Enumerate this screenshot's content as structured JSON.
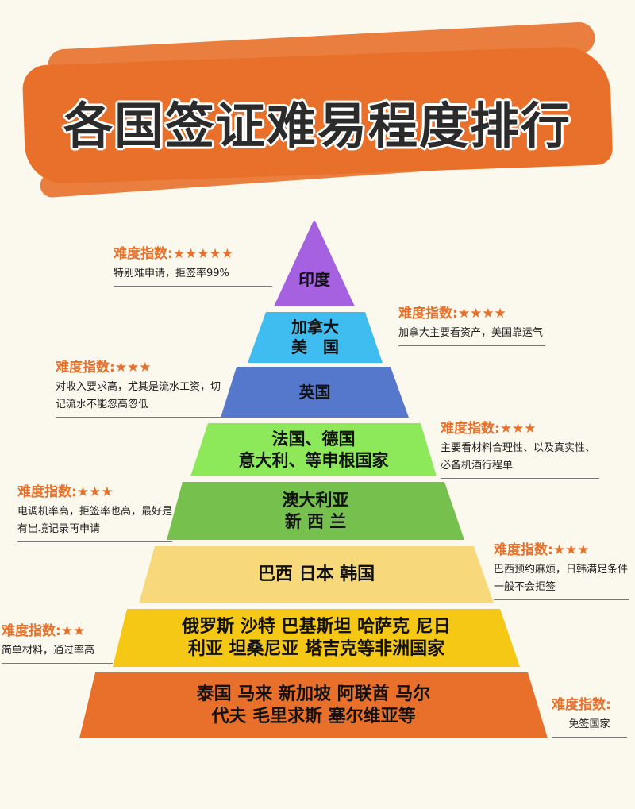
{
  "title": "各国签证难易程度排行",
  "colors": {
    "background": "#fbf8ee",
    "accent": "#e8702a"
  },
  "tiers": [
    {
      "lines": [
        "印度"
      ],
      "color": "#a561e0"
    },
    {
      "lines": [
        "加拿大",
        "美　国"
      ],
      "color": "#3fbdf0"
    },
    {
      "lines": [
        "英国"
      ],
      "color": "#5577cc"
    },
    {
      "lines": [
        "法国、德国",
        "意大利、等申根国家"
      ],
      "color": "#8de85a"
    },
    {
      "lines": [
        "澳大利亚",
        "新 西 兰"
      ],
      "color": "#76c04e"
    },
    {
      "lines": [
        "巴西  日本  韩国"
      ],
      "color": "#f7d97c"
    },
    {
      "lines": [
        "俄罗斯  沙特  巴基斯坦 哈萨克 尼日",
        "利亚  坦桑尼亚 塔吉克等非洲国家"
      ],
      "color": "#f5c815"
    },
    {
      "lines": [
        "泰国 马来 新加坡 阿联酋 马尔",
        "代夫 毛里求斯 塞尔维亚等"
      ],
      "color": "#e8702a"
    }
  ],
  "notes": [
    {
      "label": "难度指数:",
      "stars": "★★★★★",
      "stars_count": 5,
      "desc": "特别难申请，拒签率99%"
    },
    {
      "label": "难度指数:",
      "stars": "★★★★",
      "stars_count": 4,
      "desc": "加拿大主要看资产，美国靠运气"
    },
    {
      "label": "难度指数:",
      "stars": "★★★",
      "stars_count": 3,
      "desc": "对收入要求高，尤其是流水工资，切记流水不能忽高忽低"
    },
    {
      "label": "难度指数:",
      "stars": "★★★",
      "stars_count": 3,
      "desc": "主要看材料合理性、以及真实性、必备机酒行程单"
    },
    {
      "label": "难度指数:",
      "stars": "★★★",
      "stars_count": 3,
      "desc": "电调机率高，拒签率也高，最好是有出境记录再申请"
    },
    {
      "label": "难度指数:",
      "stars": "★★★",
      "stars_count": 3,
      "desc": "巴西预约麻烦，日韩满足条件一般不会拒签"
    },
    {
      "label": "难度指数:",
      "stars": "★★",
      "stars_count": 2,
      "desc": "简单材料，通过率高"
    },
    {
      "label": "难度指数:",
      "stars": "",
      "stars_count": 0,
      "desc": "免签国家"
    }
  ]
}
